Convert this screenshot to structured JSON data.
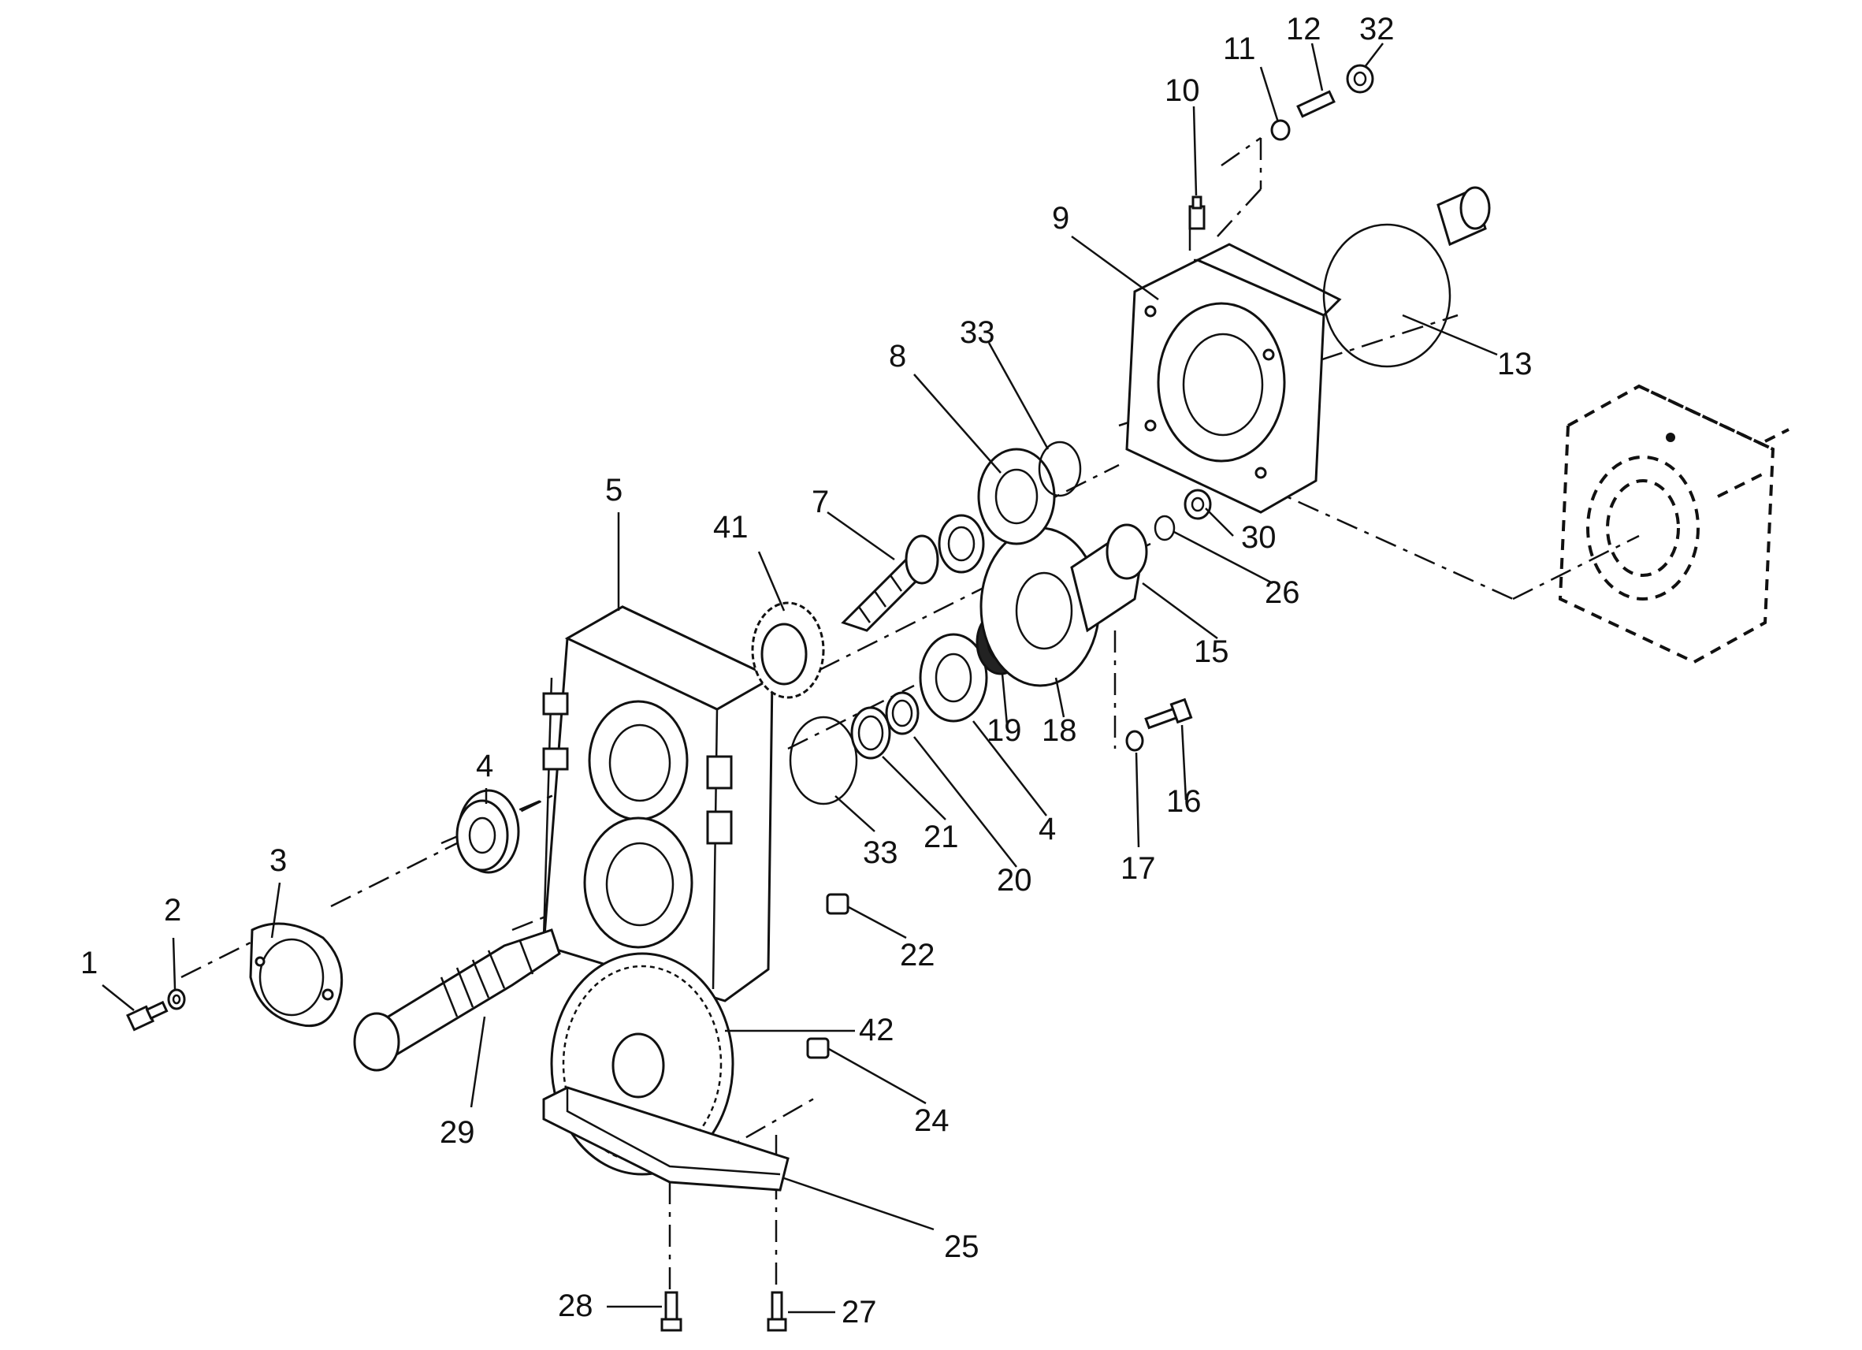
{
  "callouts": [
    {
      "id": "c1",
      "text": "1"
    },
    {
      "id": "c2",
      "text": "2"
    },
    {
      "id": "c3",
      "text": "3"
    },
    {
      "id": "c4a",
      "text": "4"
    },
    {
      "id": "c4b",
      "text": "4"
    },
    {
      "id": "c5",
      "text": "5"
    },
    {
      "id": "c7",
      "text": "7"
    },
    {
      "id": "c8",
      "text": "8"
    },
    {
      "id": "c9",
      "text": "9"
    },
    {
      "id": "c10",
      "text": "10"
    },
    {
      "id": "c11",
      "text": "11"
    },
    {
      "id": "c12",
      "text": "12"
    },
    {
      "id": "c13",
      "text": "13"
    },
    {
      "id": "c15",
      "text": "15"
    },
    {
      "id": "c16",
      "text": "16"
    },
    {
      "id": "c17",
      "text": "17"
    },
    {
      "id": "c18",
      "text": "18"
    },
    {
      "id": "c19",
      "text": "19"
    },
    {
      "id": "c20",
      "text": "20"
    },
    {
      "id": "c21",
      "text": "21"
    },
    {
      "id": "c22",
      "text": "22"
    },
    {
      "id": "c24",
      "text": "24"
    },
    {
      "id": "c25",
      "text": "25"
    },
    {
      "id": "c26",
      "text": "26"
    },
    {
      "id": "c27",
      "text": "27"
    },
    {
      "id": "c28",
      "text": "28"
    },
    {
      "id": "c29",
      "text": "29"
    },
    {
      "id": "c30",
      "text": "30"
    },
    {
      "id": "c32",
      "text": "32"
    },
    {
      "id": "c33a",
      "text": "33"
    },
    {
      "id": "c33b",
      "text": "33"
    },
    {
      "id": "c41",
      "text": "41"
    },
    {
      "id": "c42",
      "text": "42"
    }
  ]
}
